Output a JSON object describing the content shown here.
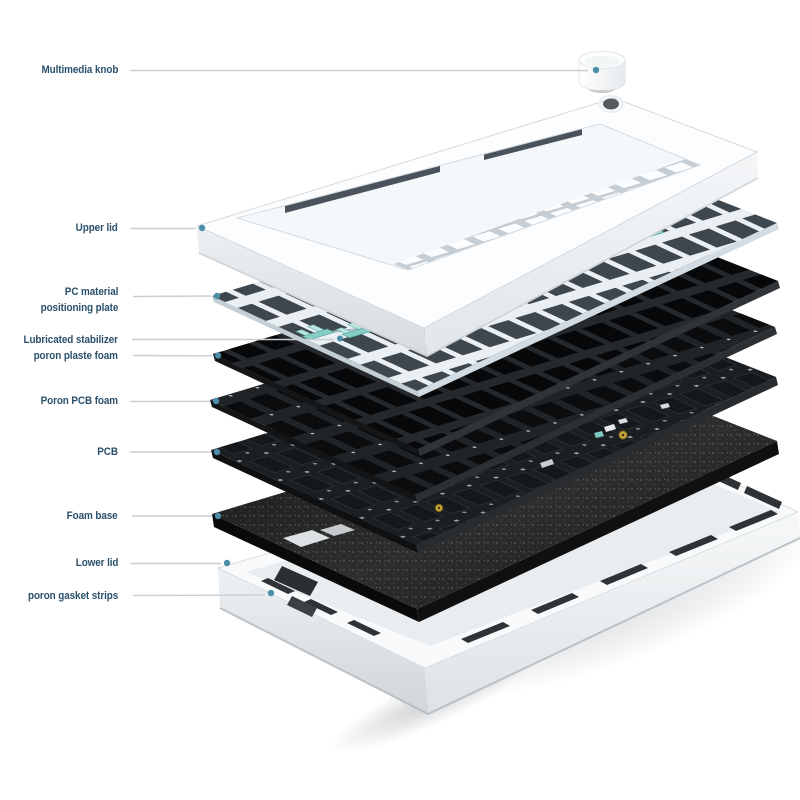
{
  "diagram": {
    "subject": "Mechanical keyboard exploded view",
    "labels": [
      {
        "id": "multimedia-knob",
        "lines": [
          "Multimedia knob"
        ]
      },
      {
        "id": "upper-lid",
        "lines": [
          "Upper lid"
        ]
      },
      {
        "id": "pc-positioning-plate",
        "lines": [
          "PC material",
          "positioning plate"
        ]
      },
      {
        "id": "stabilizer-plaste-foam",
        "lines": [
          "Lubricated stabilizer",
          "poron plaste foam"
        ]
      },
      {
        "id": "poron-pcb-foam",
        "lines": [
          "Poron PCB foam"
        ]
      },
      {
        "id": "pcb",
        "lines": [
          "PCB"
        ]
      },
      {
        "id": "foam-base",
        "lines": [
          "Foam base"
        ]
      },
      {
        "id": "lower-lid",
        "lines": [
          "Lower lid"
        ]
      },
      {
        "id": "poron-gasket-strips",
        "lines": [
          "poron gasket strips"
        ]
      }
    ]
  },
  "colors": {
    "label_text": "#2b506b",
    "leader_line": "#c9ced3",
    "leader_dot": "#4a8ea8",
    "stabilizer_light": "#b9e6e1",
    "stabilizer_mid": "#86cdc5",
    "case_white": "#fcfdfe",
    "plate_light": "#e9eff3",
    "foam_black": "#161617",
    "pcb_dark": "#1c1f22",
    "gasket_strip": "#2f3335"
  }
}
